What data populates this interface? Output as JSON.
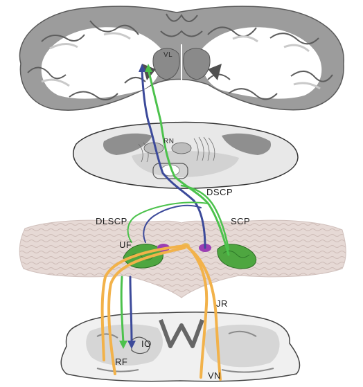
{
  "labels": {
    "vl": "VL",
    "rn": "RN",
    "dscp": "DSCP",
    "dlscp": "DLSCP",
    "scp": "SCP",
    "uf": "UF",
    "jr": "JR",
    "io": "IO",
    "rf": "RF",
    "vn": "VN"
  },
  "colors": {
    "green_tract": "#4cc24c",
    "blue_tract": "#3c4a9a",
    "orange_tract": "#f2b24a",
    "nucleus_green": "#4ea640",
    "nucleus_purple": "#9b3fb3",
    "cerebellum": "#e4d6d2",
    "cortex_gray": "#9a9a9a"
  }
}
